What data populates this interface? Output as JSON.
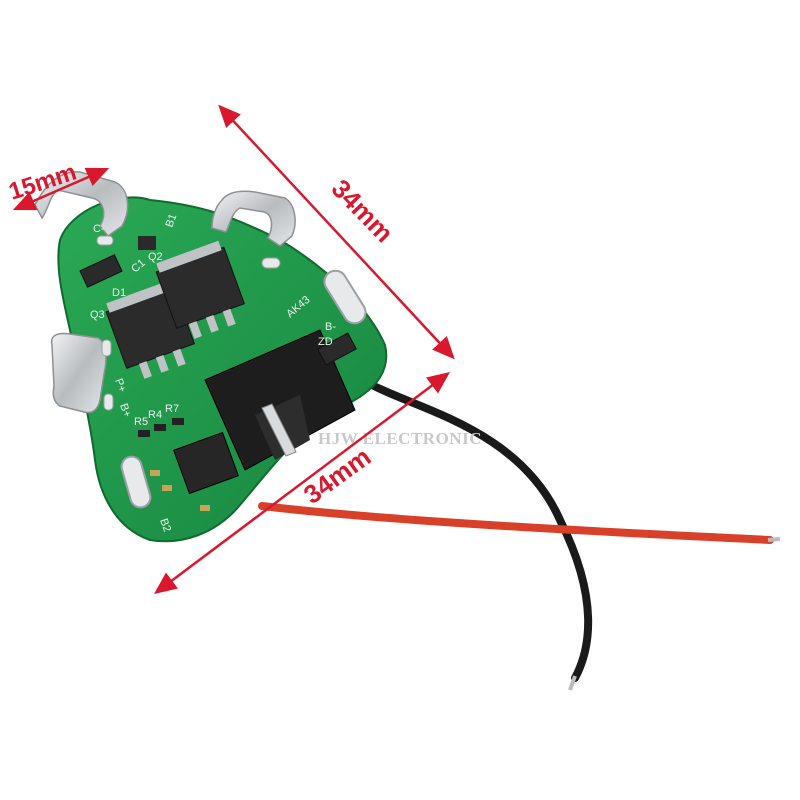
{
  "dimensions": {
    "width_tab": "15mm",
    "side_length": "34mm",
    "base_length": "34mm"
  },
  "silkscreen": {
    "b1": "B1",
    "c_minus": "C-",
    "q2": "Q2",
    "c1": "C1",
    "d1": "D1",
    "q3": "Q3",
    "ak43": "AK43",
    "b_minus": "B-",
    "zd": "ZD",
    "p_plus": "P+",
    "b_plus": "B+",
    "r5": "R5",
    "r4": "R4",
    "r7": "R7",
    "b2": "B2"
  },
  "watermark": "HJW ELECTRONIC",
  "colors": {
    "pcb": "#1f9a4a",
    "pcb_dark": "#137a36",
    "dimension_arrow": "#d9182d",
    "wire_red": "#d8402a",
    "wire_black": "#1a1a1a",
    "nickel_tab": "#c9ccce"
  }
}
